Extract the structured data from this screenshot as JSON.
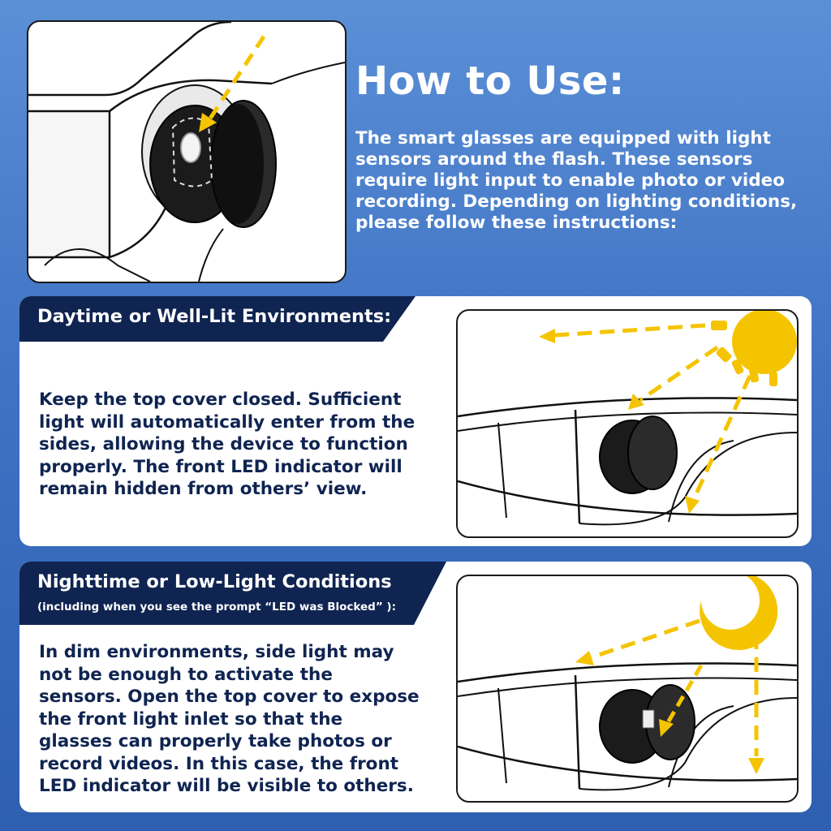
{
  "header": {
    "title": "How to Use:",
    "intro": "The smart glasses are equipped with light sensors around the flash. These sensors require light input to enable photo or video recording. Depending on lighting conditions, please follow these instructions:"
  },
  "sections": [
    {
      "title": "Daytime or Well-Lit Environments:",
      "subtitle": "",
      "body": "Keep the top cover closed. Sufficient light will automatically enter from the sides, allowing the device to function properly. The front LED indicator will remain hidden from others’ view.",
      "icon": "sun-icon"
    },
    {
      "title": "Nighttime or Low-Light Conditions",
      "subtitle": "(including when you see the prompt  “LED was Blocked” ):",
      "body": "In dim environments, side light may not be enough to activate the sensors. Open the top cover to expose the front light inlet so that the glasses can properly take photos or record videos. In this case, the front LED indicator will be visible to others.",
      "icon": "moon-icon"
    }
  ],
  "colors": {
    "background": "#4a7fcc",
    "tab": "#0f2451",
    "accent": "#f5c400",
    "text_dark": "#0f2451"
  }
}
